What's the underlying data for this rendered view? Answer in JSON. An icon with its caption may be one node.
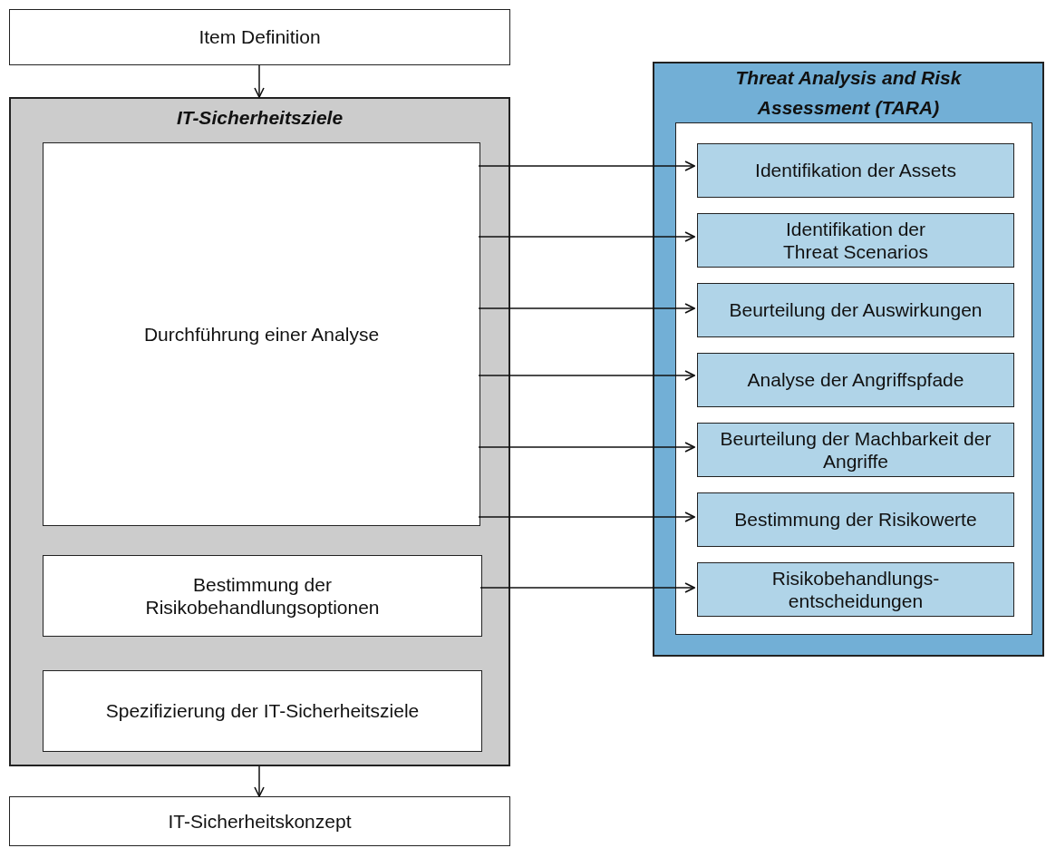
{
  "diagram": {
    "nodes": [
      {
        "text": [
          "Item Definition"
        ]
      },
      {
        "text": [
          "IT-Sicherheitsziele"
        ]
      },
      {
        "text": [
          "Durchführung einer Analyse"
        ],
        "in": 1
      },
      {
        "text": [
          "Bestimmung der Risikobehandlungsoptionen"
        ],
        "in": 1
      },
      {
        "text": [
          "Spezifizierung der IT-Sicherheitsziele"
        ],
        "in": 1
      },
      {
        "text": [
          "IT-Sicherheitskonzept"
        ]
      },
      {
        "text": [
          "Threat Analysis and Risk Assessment (TARA)"
        ]
      },
      {
        "text": [],
        "shape": "box",
        "in": 6
      },
      {
        "text": [
          "Identifikation der Assets"
        ],
        "in": 7
      },
      {
        "text": [
          "Identifikation der Threat Scenarios"
        ],
        "in": 7
      },
      {
        "text": [
          "Beurteilung der Auswirkungen"
        ],
        "in": 7
      },
      {
        "text": [
          "Analyse der Angriffspfade"
        ],
        "in": 7
      },
      {
        "text": [
          "Beurteilung der Machbarkeit der Angriffe"
        ],
        "in": 7
      },
      {
        "text": [
          "Bestimmung der Risikowerte"
        ],
        "in": 7
      },
      {
        "text": [
          "Risikobehandlungs- entscheidungen"
        ],
        "in": 7
      }
    ],
    "edges": [
      {
        "from": 0,
        "to": 1,
        "arrow": "to"
      },
      {
        "from": 1,
        "to": 5,
        "arrow": "to"
      },
      {
        "from": 2,
        "to": 8,
        "arrow": "to"
      },
      {
        "from": 2,
        "to": 9,
        "arrow": "to"
      },
      {
        "from": 2,
        "to": 10,
        "arrow": "to"
      },
      {
        "from": 2,
        "to": 11,
        "arrow": "to"
      },
      {
        "from": 2,
        "to": 12,
        "arrow": "to"
      },
      {
        "from": 2,
        "to": 13,
        "arrow": "to"
      },
      {
        "from": 3,
        "to": 14,
        "arrow": "to"
      }
    ]
  }
}
